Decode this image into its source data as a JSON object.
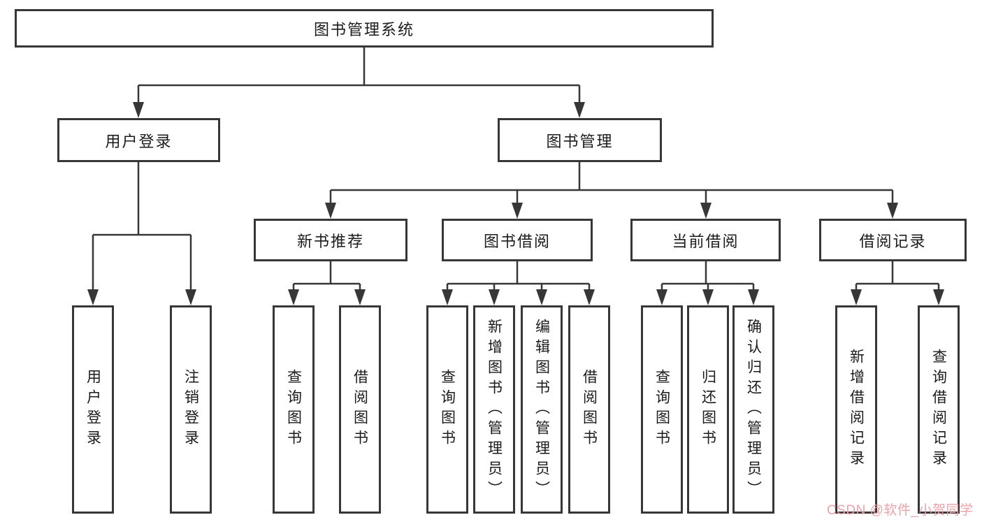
{
  "diagram": {
    "root": {
      "label": "图书管理系统"
    },
    "branches": [
      {
        "label": "用户登录",
        "children": [
          {
            "label": "用户登录"
          },
          {
            "label": "注销登录"
          }
        ]
      },
      {
        "label": "图书管理",
        "children": [
          {
            "label": "新书推荐",
            "children": [
              {
                "label": "查询图书"
              },
              {
                "label": "借阅图书"
              }
            ]
          },
          {
            "label": "图书借阅",
            "children": [
              {
                "label": "查询图书"
              },
              {
                "label": "新增图书（管理员）"
              },
              {
                "label": "编辑图书（管理员）"
              },
              {
                "label": "借阅图书"
              }
            ]
          },
          {
            "label": "当前借阅",
            "children": [
              {
                "label": "查询图书"
              },
              {
                "label": "归还图书"
              },
              {
                "label": "确认归还（管理员）"
              }
            ]
          },
          {
            "label": "借阅记录",
            "children": [
              {
                "label": "新增借阅记录"
              },
              {
                "label": "查询借阅记录"
              }
            ]
          }
        ]
      }
    ]
  },
  "watermark": {
    "text": "CSDN @软件_小贺同学"
  },
  "colors": {
    "line": "#373737",
    "box_border": "#373737",
    "text": "#1b1b1b",
    "background": "#ffffff",
    "watermark": "#f0a0a8"
  }
}
